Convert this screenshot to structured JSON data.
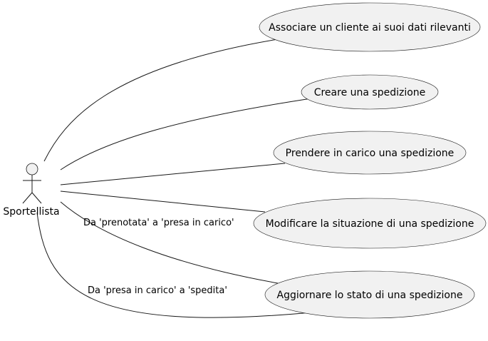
{
  "diagram": {
    "actor": {
      "name": "Sportellista"
    },
    "use_cases": [
      {
        "label": "Associare un cliente ai suoi dati rilevanti"
      },
      {
        "label": "Creare una spedizione"
      },
      {
        "label": "Prendere in carico una spedizione"
      },
      {
        "label": "Modificare la situazione di una spedizione"
      },
      {
        "label": "Aggiornare lo stato di una spedizione"
      }
    ],
    "edge_labels": [
      {
        "text": "Da 'prenotata' a 'presa in carico'"
      },
      {
        "text": "Da 'presa in carico' a 'spedita'"
      }
    ],
    "colors": {
      "fill": "#f1f1f1",
      "stroke": "#181818"
    }
  }
}
